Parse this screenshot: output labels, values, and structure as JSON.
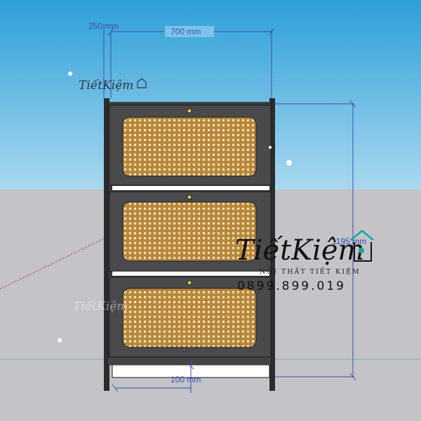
{
  "dimensions": {
    "depth": "250 mm",
    "width": "700 mm",
    "height": "1195 mm",
    "bottom_gap": "100 mm"
  },
  "watermark": {
    "brand": "TiếtKiệm",
    "subtitle": "NỘI THẤT TIẾT KIỆM",
    "phone": "0899.899.019",
    "icon": "house-heart-icon"
  },
  "colors": {
    "sky_top": "#2c9fd8",
    "sky_bottom": "#a9d8ef",
    "ground": "#c3c3c8",
    "cabinet": "#3a3a3c",
    "rattan": "#b8873a",
    "dimension": "#3b4fb0",
    "accent": "#1aa5a0"
  }
}
